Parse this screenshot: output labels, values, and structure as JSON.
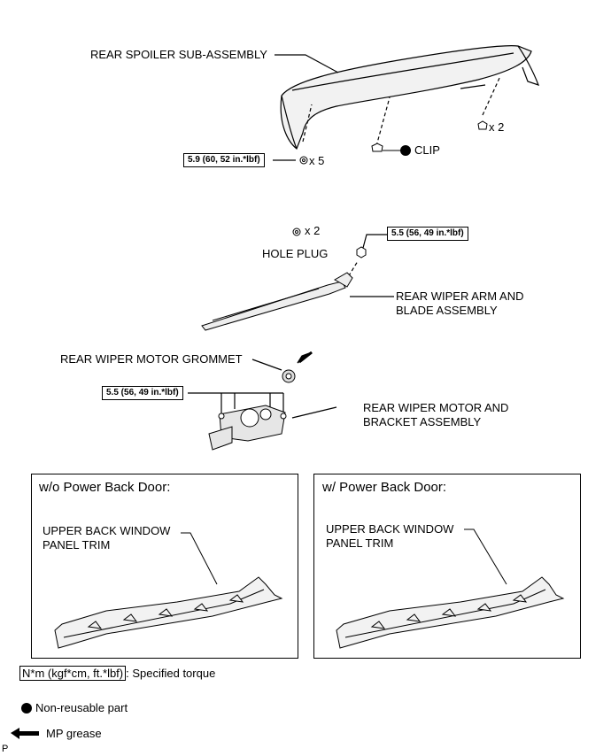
{
  "labels": {
    "rear_spoiler": "REAR SPOILER SUB-ASSEMBLY",
    "x2_top": "x 2",
    "clip": "CLIP",
    "x5": "x 5",
    "torque_spoiler": "5.9 (60, 52 in.*lbf)",
    "x2_plug": "x 2",
    "hole_plug": "HOLE PLUG",
    "torque_arm": "5.5 (56, 49 in.*lbf)",
    "wiper_arm": "REAR WIPER ARM AND\nBLADE ASSEMBLY",
    "grommet": "REAR WIPER MOTOR GROMMET",
    "torque_motor": "5.5 (56, 49 in.*lbf)",
    "wiper_motor": "REAR WIPER MOTOR AND\nBRACKET ASSEMBLY"
  },
  "panels": {
    "left_title": "w/o Power Back Door:",
    "left_trim": "UPPER BACK WINDOW\nPANEL TRIM",
    "right_title": "w/ Power Back Door:",
    "right_trim": "UPPER BACK WINDOW\nPANEL TRIM"
  },
  "legend": {
    "torque_unit": "N*m (kgf*cm, ft.*lbf)",
    "torque_desc": ": Specified torque",
    "non_reusable": "Non-reusable part",
    "grease": "MP grease"
  },
  "corner_mark": "P"
}
